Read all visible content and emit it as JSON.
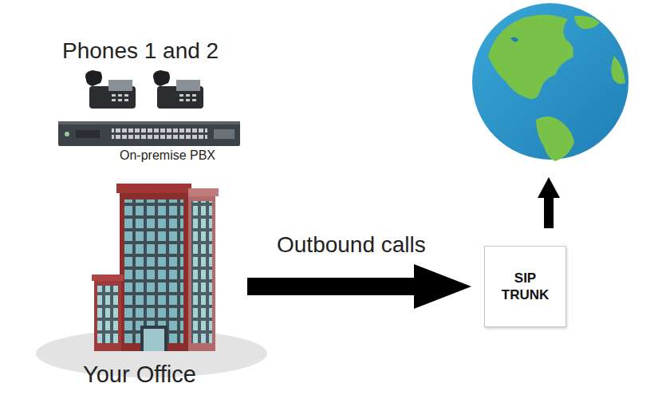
{
  "diagram": {
    "nodes": [
      {
        "text": [
          "Your Office"
        ]
      },
      {
        "text": [
          "SIP TRUNK"
        ]
      }
    ],
    "edges": [
      {
        "from": 0,
        "to": 1,
        "label": "Outbound calls",
        "arrow": "to"
      }
    ],
    "labels": [
      "Phones 1 and 2",
      "On-premise PBX"
    ]
  }
}
